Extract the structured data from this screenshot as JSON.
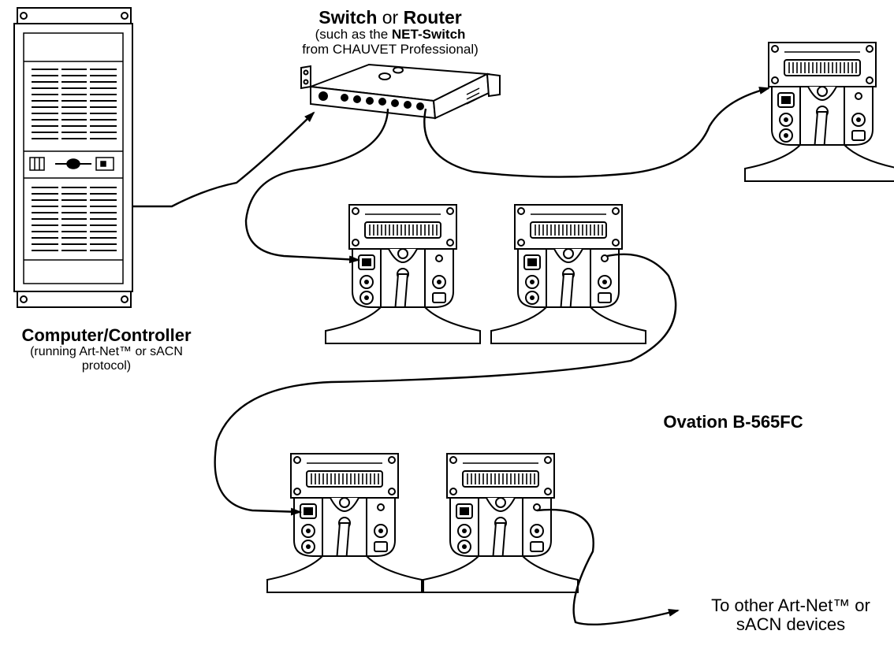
{
  "switch_label": {
    "title_strong_1": "Switch",
    "title_joiner": " or ",
    "title_strong_2": "Router",
    "line2_prefix": "(such as the ",
    "line2_strong": "NET-Switch",
    "line3": "from CHAUVET Professional)"
  },
  "computer_label": {
    "title": "Computer/Controller",
    "line2": "(running Art-Net™ or sACN",
    "line3": "protocol)"
  },
  "fixture_label": "Ovation B-565FC",
  "destination_label": {
    "line1": "To other Art-Net™ or",
    "line2": "sACN devices"
  },
  "colors": {
    "stroke": "#000000",
    "background": "#ffffff",
    "fill_light": "#ffffff"
  }
}
